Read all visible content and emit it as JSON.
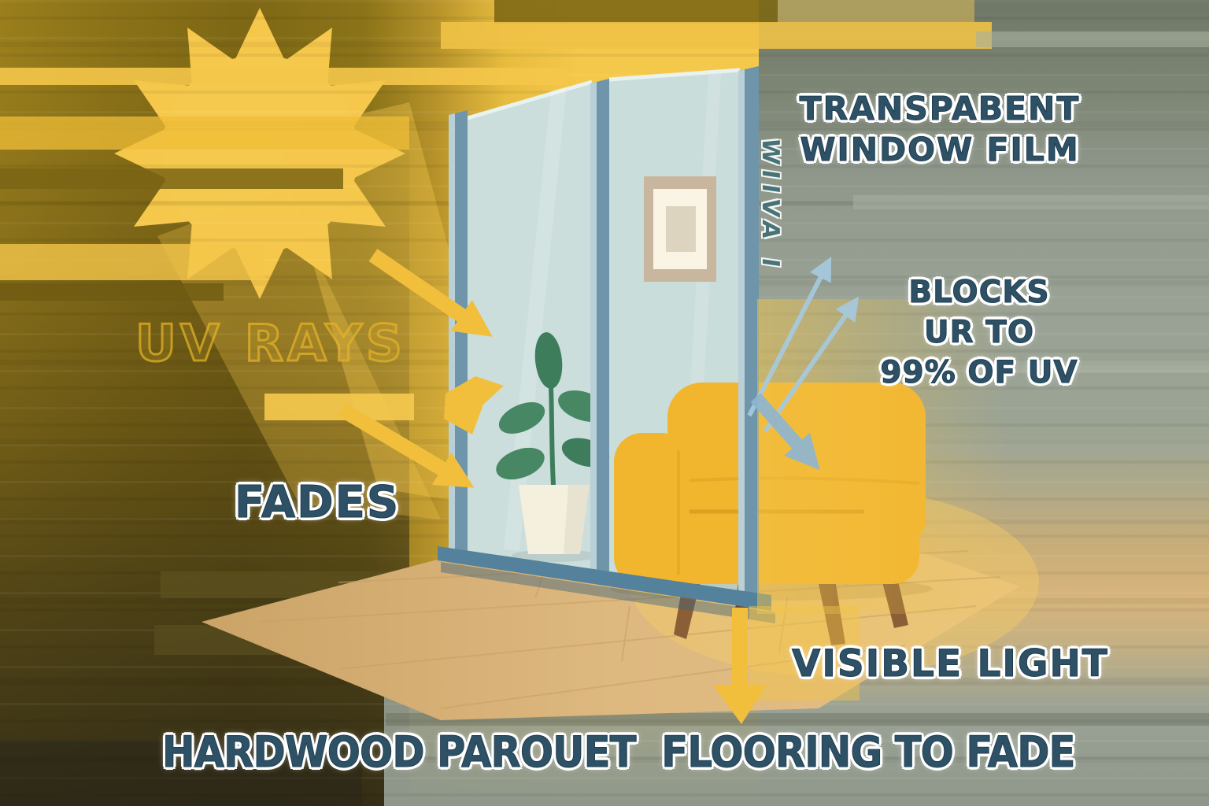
{
  "labels": {
    "film_line1": "TRANSPABENT",
    "film_line2": "WINDOW FILM",
    "blocks_line1": "BLOCKS",
    "blocks_line2": "UR TO",
    "blocks_line3": "99% OF UV",
    "uv_rays": "UV RAYS",
    "fades": "FADES",
    "visible_light": "VISIBLE LIGHT",
    "caption": "HARDWOOD PAROUET  FLOORING TO FADE",
    "film_vertical": "WIIVA I"
  },
  "colors": {
    "sun_yellow": "#F5C94C",
    "uv_arrow_yellow": "#F2BF3D",
    "label_teal": "#2E5166",
    "label_outline": "#FFFFFF",
    "glass_blue": "#CBDEDC",
    "frame_blue": "#6E95A9",
    "reflected_ray_blue": "#A6CADF",
    "sofa_yellow": "#F2B52E",
    "leaf_green": "#478763",
    "pot_cream": "#F5F0DD",
    "floor_tan": "#D9B37C",
    "bg_olive": "#7E6715",
    "bg_sage": "#99A294"
  },
  "scene_icons": [
    "sun-icon",
    "uv-ray-arrow-icon",
    "window-film-icon",
    "reflected-uv-arrow-icon",
    "visible-light-arrow-icon",
    "plant-icon",
    "sofa-icon",
    "picture-frame-icon",
    "parquet-floor-icon"
  ]
}
